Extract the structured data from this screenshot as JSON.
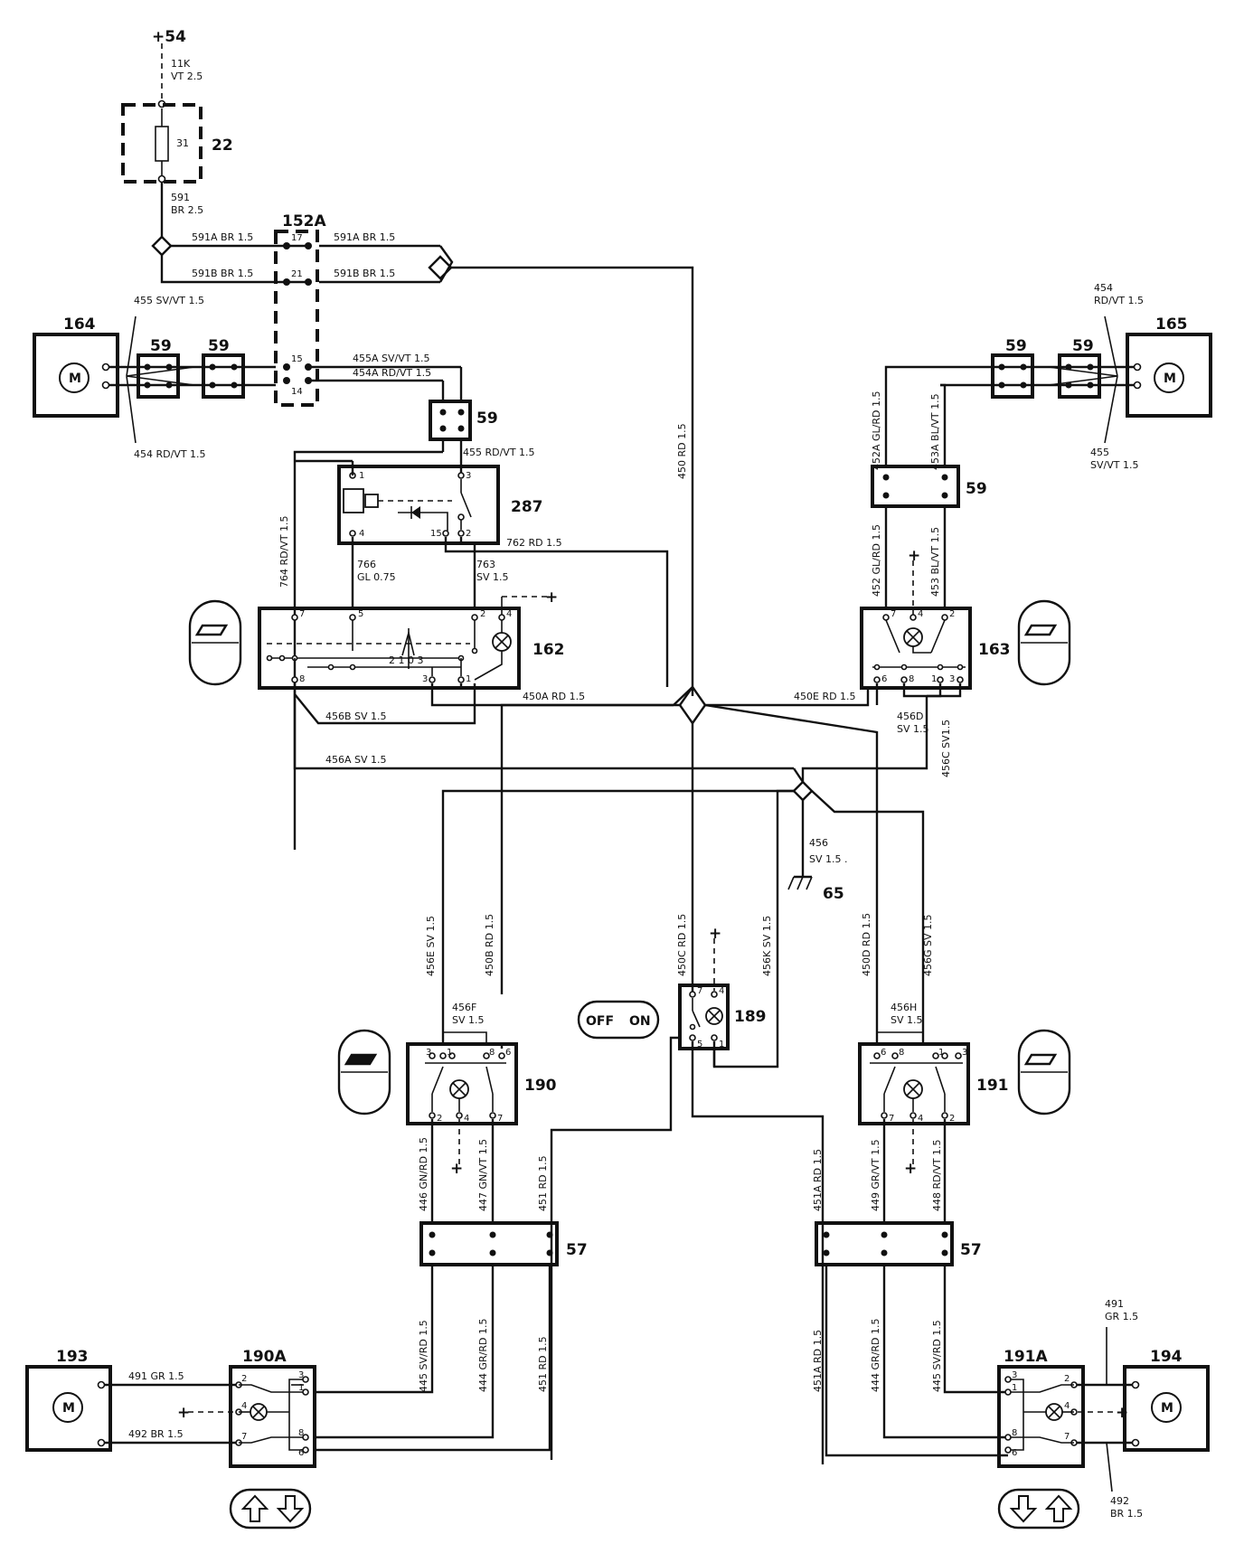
{
  "components": {
    "c22": "22",
    "c152a": "152A",
    "c164": "164",
    "c165": "165",
    "c287": "287",
    "c162": "162",
    "c163": "163",
    "c189": "189",
    "c190": "190",
    "c191": "191",
    "c190a": "190A",
    "c191a": "191A",
    "c193": "193",
    "c194": "194",
    "c57": "57",
    "c59": "59",
    "c65": "65",
    "motor": "M",
    "plus54": "+54",
    "plus": "+"
  },
  "wires": {
    "w11k": "11K",
    "vt25": "VT 2.5",
    "fuse": "31",
    "w591": "591",
    "br25": "BR 2.5",
    "w591a": "591A  BR  1.5",
    "w591b": "591B  BR  1.5",
    "w455": "455  SV/VT  1.5",
    "w454": "454  RD/VT  1.5",
    "w455a": "455A  SV/VT  1.5",
    "w454a": "454A  RD/VT  1.5",
    "w455rd": "455  RD/VT  1.5",
    "w764": "764  RD/VT  1.5",
    "w766": "766",
    "gl075": "GL  0.75",
    "w763": "763",
    "sv15": "SV  1.5",
    "w762": "762  RD  1.5",
    "w450": "450  RD  1.5",
    "w450a": "450A  RD  1.5",
    "w450e": "450E  RD  1.5",
    "w456b": "456B  SV  1.5",
    "w456a": "456A  SV  1.5",
    "w456d": "456D",
    "w456c": "456C  SV1.5",
    "w456": "456",
    "sv15b": "SV  1.5 .",
    "w452a": "452A  GL/RD  1.5",
    "w453a": "453A  BL/VT  1.5",
    "w452": "452  GL/RD  1.5",
    "w453": "453  BL/VT  1.5",
    "r454": "454",
    "rdvt": "RD/VT  1.5",
    "r455": "455",
    "svvt": "SV/VT  1.5",
    "w456e": "456E  SV  1.5",
    "w450b": "450B  RD  1.5",
    "w450c": "450C  RD  1.5",
    "w456k": "456K  SV  1.5",
    "w450d": "450D  RD  1.5",
    "w456g": "456G  SV  1.5",
    "w456f": "456F",
    "w456h": "456H",
    "w446": "446  GN/RD  1.5",
    "w447": "447  GN/VT  1.5",
    "w451": "451  RD  1.5",
    "w451a": "451A  RD  1.5",
    "w449": "449  GR/VT  1.5",
    "w448": "448  RD/VT  1.5",
    "w445": "445  SV/RD  1.5",
    "w444": "444  GR/RD  1.5",
    "w491": "491  GR  1.5",
    "w492": "492  BR  1.5",
    "r491": "491",
    "gr15": "GR  1.5",
    "r492": "492",
    "br15": "BR  1.5",
    "mid": "2 1 0 3"
  },
  "switch189": {
    "off": "OFF",
    "on": "ON"
  }
}
